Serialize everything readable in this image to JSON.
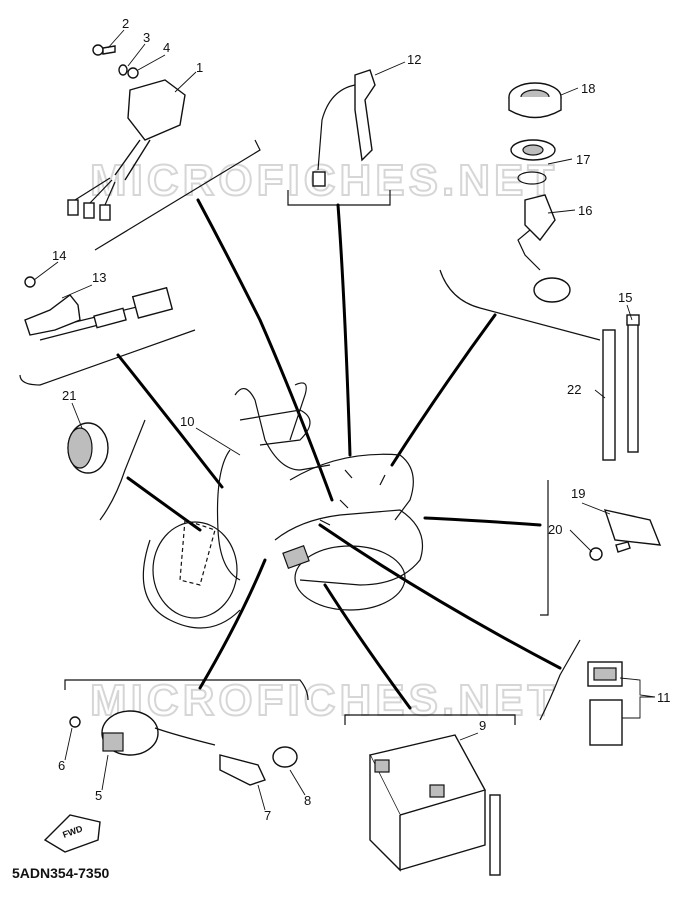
{
  "diagram": {
    "part_number_code": "5ADN354-7350",
    "watermark": "MICROFICHES.NET",
    "forward_marker": "FWD",
    "callouts": [
      "1",
      "2",
      "3",
      "4",
      "5",
      "6",
      "7",
      "8",
      "9",
      "10",
      "11",
      "12",
      "13",
      "14",
      "15",
      "16",
      "17",
      "18",
      "19",
      "20",
      "21",
      "22"
    ]
  }
}
